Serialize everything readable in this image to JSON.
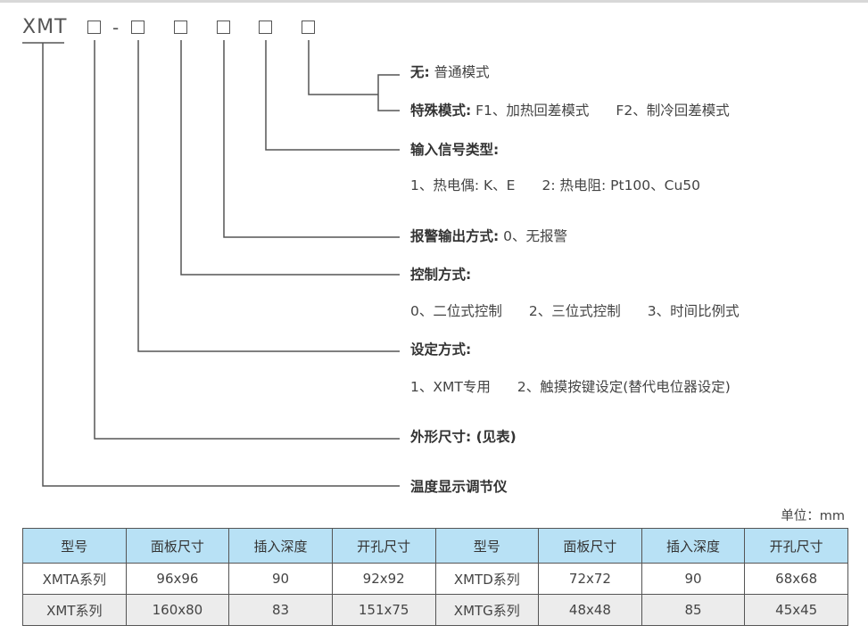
{
  "model_code": {
    "prefix": "XMT",
    "separator": "-",
    "boxes": [
      "□",
      "□",
      "□",
      "□",
      "□",
      "□"
    ]
  },
  "labels": [
    {
      "key": "无:",
      "text": "普通模式"
    },
    {
      "key": "特殊模式:",
      "text": "F1、加热回差模式",
      "text2": "F2、制冷回差模式"
    },
    {
      "key": "输入信号类型:"
    },
    {
      "text": "1、热电偶: K、E",
      "text2": "2: 热电阻: Pt100、Cu50"
    },
    {
      "key": "报警输出方式:",
      "text": "0、无报警"
    },
    {
      "key": "控制方式:"
    },
    {
      "text": "0、二位式控制",
      "text2": "2、三位式控制",
      "text3": "3、时间比例式"
    },
    {
      "key": "设定方式:"
    },
    {
      "text": "1、XMT专用",
      "text2": "2、触摸按键设定(替代电位器设定)"
    },
    {
      "key": "外形尺寸: (见表)"
    },
    {
      "key": "温度显示调节仪"
    }
  ],
  "unit": "单位：mm",
  "table": {
    "headers": [
      "型号",
      "面板尺寸",
      "插入深度",
      "开孔尺寸",
      "型号",
      "面板尺寸",
      "插入深度",
      "开孔尺寸"
    ],
    "rows": [
      [
        "XMTA系列",
        "96x96",
        "90",
        "92x92",
        "XMTD系列",
        "72x72",
        "90",
        "68x68"
      ],
      [
        "XMT系列",
        "160x80",
        "83",
        "151x75",
        "XMTG系列",
        "48x48",
        "85",
        "45x45"
      ]
    ]
  },
  "colors": {
    "header_bg": "#b8e1f5",
    "alt_row_bg": "#ececec",
    "line": "#555555"
  }
}
